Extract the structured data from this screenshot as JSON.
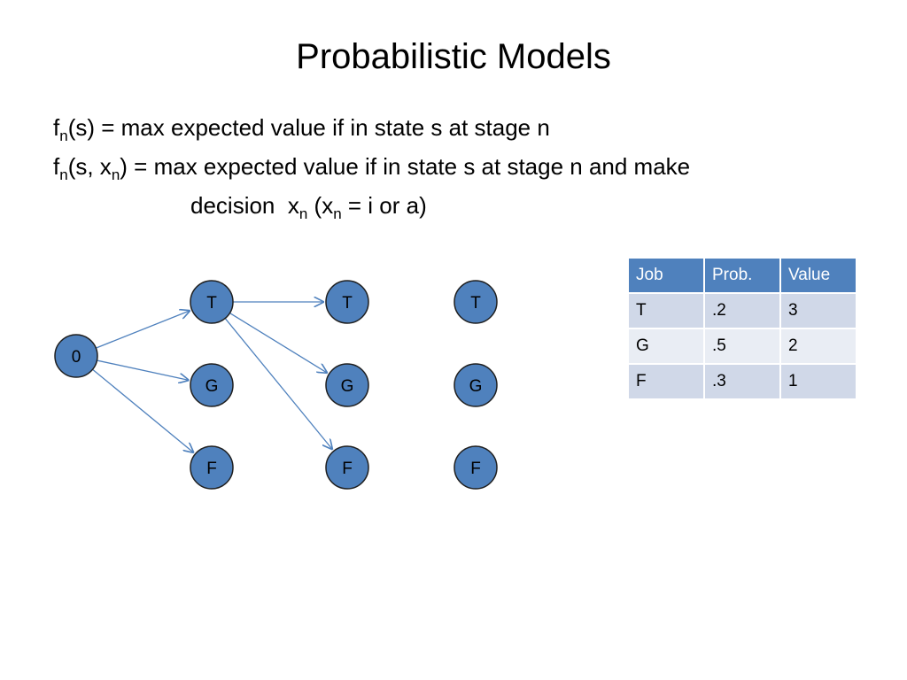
{
  "title": "Probabilistic Models",
  "definitions": {
    "line1": {
      "f": "f",
      "sub": "n",
      "rest": "(s) = max expected value if in state s at stage n"
    },
    "line2": {
      "f": "f",
      "sub1": "n",
      "mid": "(s, x",
      "sub2": "n",
      "rest": ") = max expected value if in state s at stage n and make"
    },
    "line3": {
      "a": "decision  x",
      "sub1": "n",
      "b": " (x",
      "sub2": "n",
      "c": " = i or a)"
    }
  },
  "diagram": {
    "node_fill": "#4f81bd",
    "node_stroke": "#1f1f1f",
    "edge_color": "#4f81bd",
    "nodes": [
      {
        "id": "n0",
        "label": "0"
      },
      {
        "id": "a_T",
        "label": "T"
      },
      {
        "id": "a_G",
        "label": "G"
      },
      {
        "id": "a_F",
        "label": "F"
      },
      {
        "id": "b_T",
        "label": "T"
      },
      {
        "id": "b_G",
        "label": "G"
      },
      {
        "id": "b_F",
        "label": "F"
      },
      {
        "id": "c_T",
        "label": "T"
      },
      {
        "id": "c_G",
        "label": "G"
      },
      {
        "id": "c_F",
        "label": "F"
      }
    ],
    "edges": [
      {
        "from": "n0",
        "to": "a_T"
      },
      {
        "from": "n0",
        "to": "a_G"
      },
      {
        "from": "n0",
        "to": "a_F"
      },
      {
        "from": "a_T",
        "to": "b_T"
      },
      {
        "from": "a_T",
        "to": "b_G"
      },
      {
        "from": "a_T",
        "to": "b_F"
      }
    ]
  },
  "table": {
    "header_color": "#4f81bd",
    "headers": [
      "Job",
      "Prob.",
      "Value"
    ],
    "rows": [
      [
        "T",
        ".2",
        "3"
      ],
      [
        "G",
        ".5",
        "2"
      ],
      [
        "F",
        ".3",
        "1"
      ]
    ]
  }
}
